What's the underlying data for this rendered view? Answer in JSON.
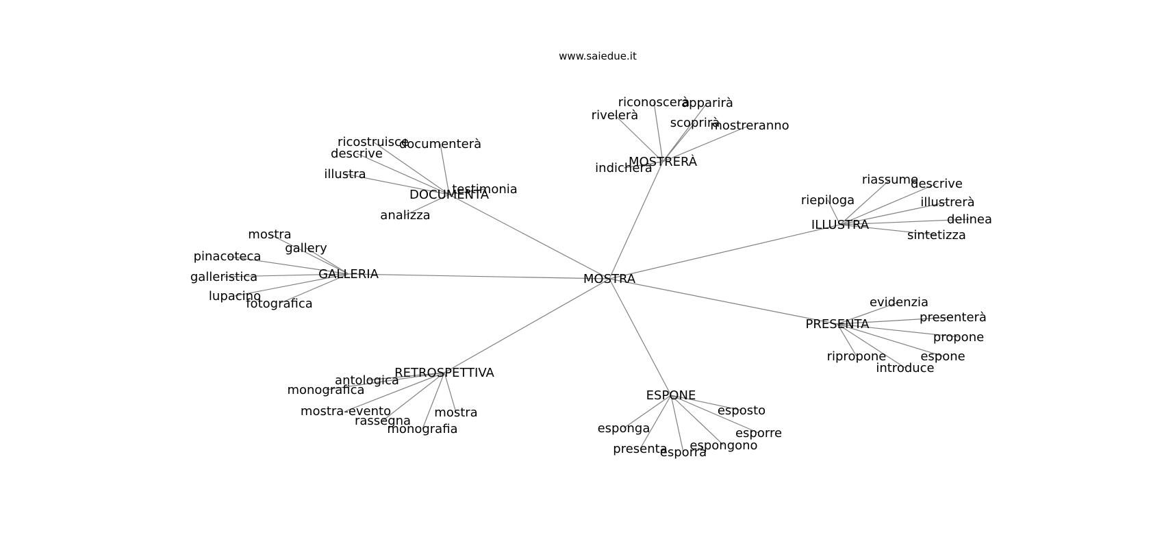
{
  "header": {
    "site": "www.saiedue.it"
  },
  "graph": {
    "center": "MOSTRA",
    "clusters": [
      {
        "hub": "MOSTRERÀ",
        "leaves": [
          "riconoscerà",
          "apparirà",
          "rivelerà",
          "scoprirà",
          "mostreranno",
          "indicherà"
        ]
      },
      {
        "hub": "DOCUMENTA",
        "leaves": [
          "ricostruisce",
          "documenterà",
          "descrive",
          "illustra",
          "testimonia",
          "analizza"
        ]
      },
      {
        "hub": "ILLUSTRA",
        "leaves": [
          "riassume",
          "descrive",
          "riepiloga",
          "illustrerà",
          "delinea",
          "sintetizza"
        ]
      },
      {
        "hub": "GALLERIA",
        "leaves": [
          "mostra",
          "gallery",
          "pinacoteca",
          "galleristica",
          "lupacino",
          "fotografica"
        ]
      },
      {
        "hub": "PRESENTA",
        "leaves": [
          "evidenzia",
          "presenterà",
          "propone",
          "ripropone",
          "espone",
          "introduce"
        ]
      },
      {
        "hub": "RETROSPETTIVA",
        "leaves": [
          "antologica",
          "monografica",
          "mostra-evento",
          "mostra",
          "rassegna",
          "monografia"
        ]
      },
      {
        "hub": "ESPONE",
        "leaves": [
          "esposto",
          "esponga",
          "esporre",
          "espongono",
          "presenta",
          "esporrà"
        ]
      }
    ]
  }
}
